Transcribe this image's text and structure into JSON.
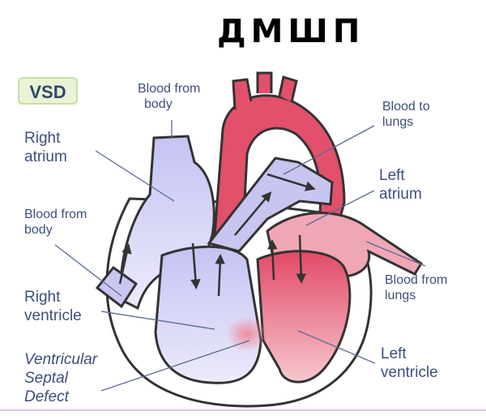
{
  "title": "ДМШП",
  "badge": "VSD",
  "labels": {
    "blood_from_body_top_1": "Blood from",
    "blood_from_body_top_2": "body",
    "right_atrium_1": "Right",
    "right_atrium_2": "atrium",
    "blood_from_body_left_1": "Blood from",
    "blood_from_body_left_2": "body",
    "right_ventricle_1": "Right",
    "right_ventricle_2": "ventricle",
    "vsd_1": "Ventricular",
    "vsd_2": "Septal",
    "vsd_3": "Defect",
    "blood_to_lungs_1": "Blood to",
    "blood_to_lungs_2": "lungs",
    "left_atrium_1": "Left",
    "left_atrium_2": "atrium",
    "blood_from_lungs_1": "Blood from",
    "blood_from_lungs_2": "lungs",
    "left_ventricle_1": "Left",
    "left_ventricle_2": "ventricle"
  },
  "colors": {
    "deoxygenated": "#c9c6f2",
    "oxygenated": "#e8506e",
    "left_heart": "#f3b6c2",
    "outline": "#333333",
    "label_text": "#3d4f7c"
  }
}
